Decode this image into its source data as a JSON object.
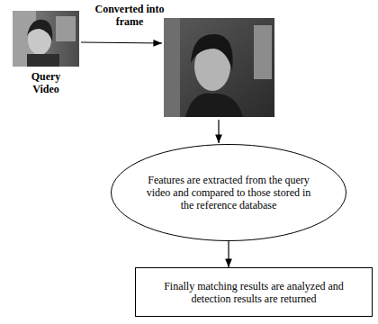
{
  "diagram": {
    "nodes": [
      {
        "text": [
          "Query Video"
        ]
      },
      {
        "text": [
          "Features are extracted from the query video and compared to those stored in the reference database"
        ]
      },
      {
        "text": [
          "Finally matching results are analyzed and detection results are returned"
        ]
      }
    ],
    "edges": [
      {
        "from": 1,
        "to": 2,
        "arrow": "to"
      }
    ],
    "labels": [
      "Converted into frame"
    ]
  }
}
